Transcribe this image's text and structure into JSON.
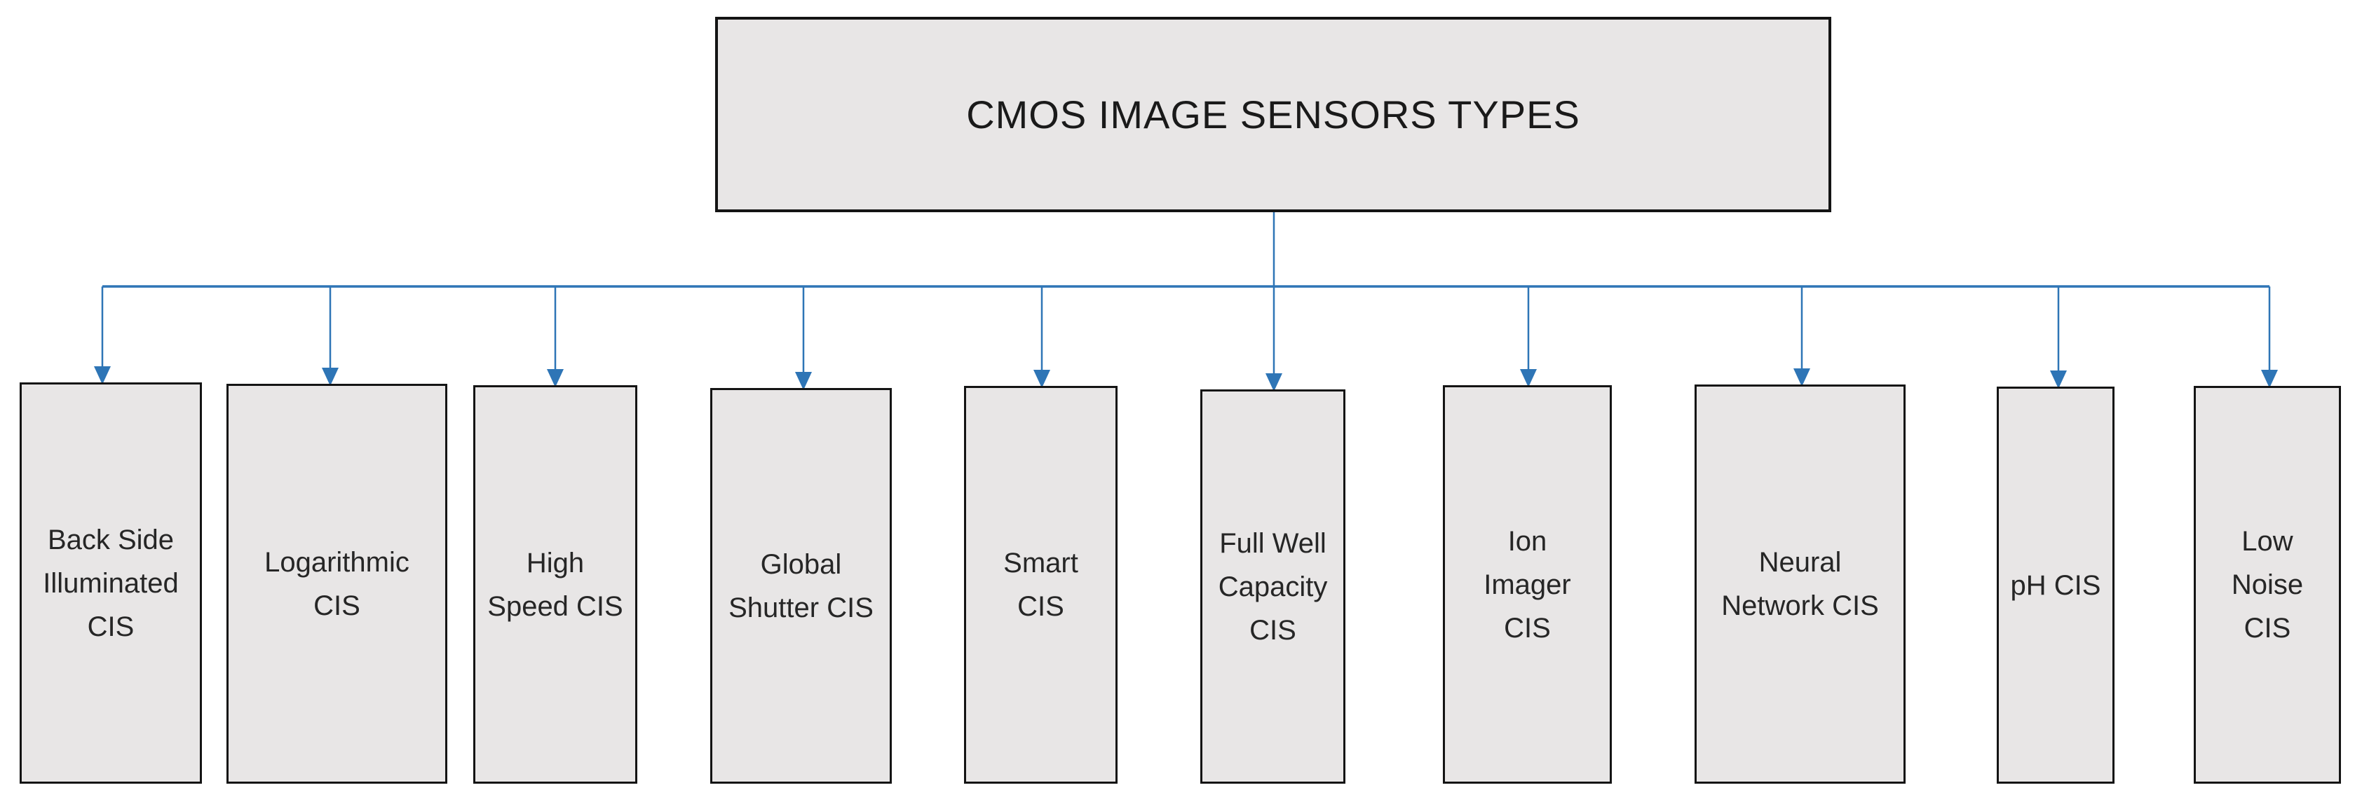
{
  "diagram": {
    "title": "CMOS IMAGE SENSORS TYPES",
    "nodes": [
      {
        "id": "back-side-illuminated-cis",
        "label": "Back Side\nIlluminated\nCIS"
      },
      {
        "id": "logarithmic-cis",
        "label": "Logarithmic\nCIS"
      },
      {
        "id": "high-speed-cis",
        "label": "High\nSpeed CIS"
      },
      {
        "id": "global-shutter-cis",
        "label": "Global\nShutter CIS"
      },
      {
        "id": "smart-cis",
        "label": "Smart\nCIS"
      },
      {
        "id": "full-well-capacity-cis",
        "label": "Full Well\nCapacity\nCIS"
      },
      {
        "id": "ion-imager-cis",
        "label": "Ion\nImager\nCIS"
      },
      {
        "id": "neural-network-cis",
        "label": "Neural\nNetwork CIS"
      },
      {
        "id": "ph-cis",
        "label": "pH CIS"
      },
      {
        "id": "low-noise-cis",
        "label": "Low\nNoise\nCIS"
      }
    ]
  },
  "colors": {
    "connector_blue": "#2e75b6",
    "box_fill": "#e8e6e6",
    "box_border": "#141414",
    "text": "#262626",
    "background": "#ffffff"
  }
}
